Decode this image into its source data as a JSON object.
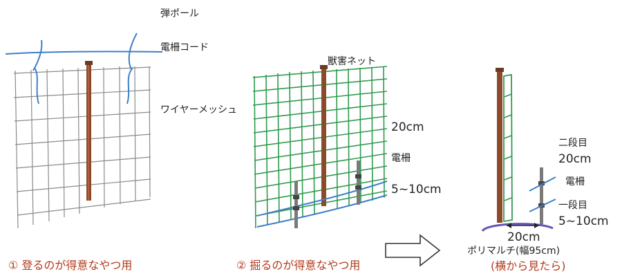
{
  "diagram": {
    "fig1": {
      "label_pole": "弾ポール",
      "label_cord": "電柵コード",
      "label_mesh": "ワイヤーメッシュ",
      "caption": "① 登るのが得意なやつ用"
    },
    "fig2": {
      "label_net": "獣害ネット",
      "label_20cm": "20cm",
      "label_fence": "電柵",
      "label_5_10cm": "5~10cm",
      "caption": "② 掘るのが得意なやつ用"
    },
    "fig3": {
      "label_second": "二段目",
      "label_second_height": "20cm",
      "label_fence": "電柵",
      "label_first": "一段目",
      "label_first_height": "5~10cm",
      "label_width": "20cm",
      "label_mulch": "ポリマルチ(幅95cm)",
      "caption": "(横から見たら)"
    },
    "colors": {
      "caption": "#b23a1e",
      "grid_gray": "#8a8a8a",
      "net_green": "#2e9a4e",
      "cord_blue": "#3d7fc8",
      "pole_brown": "#8b4a2b"
    }
  }
}
